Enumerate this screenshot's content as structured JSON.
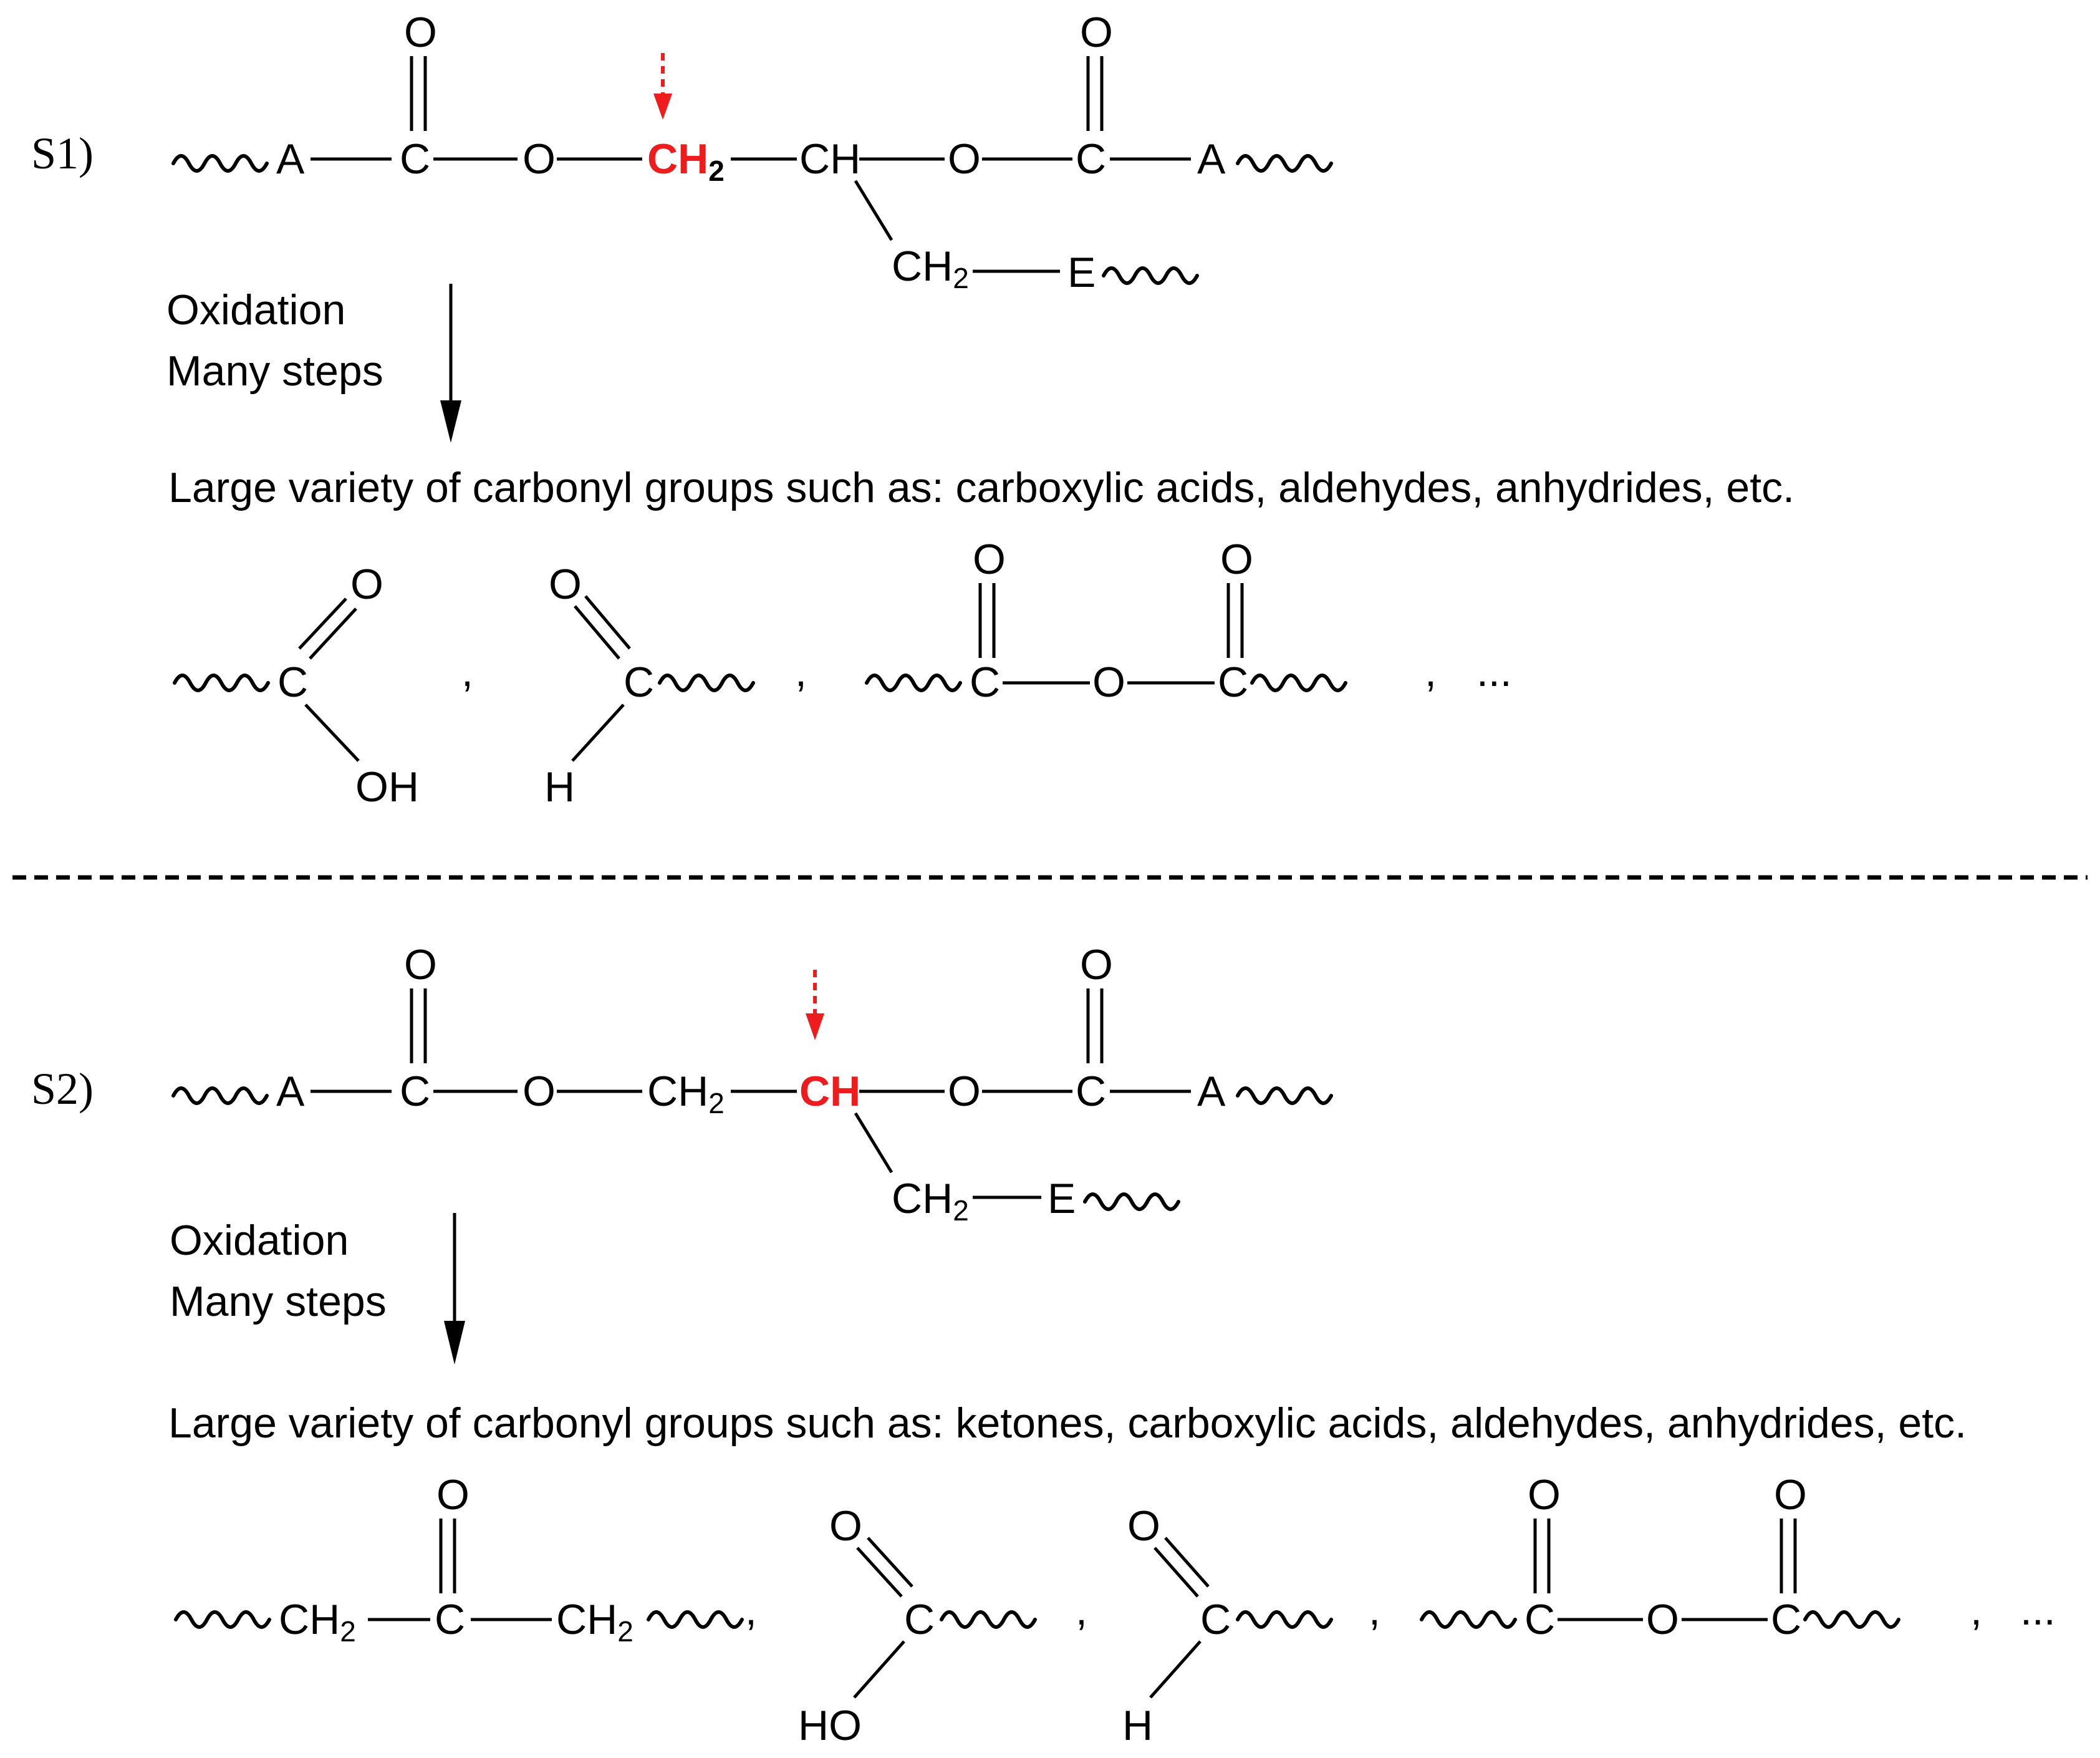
{
  "schemes": [
    {
      "label": "S1)",
      "highlight": "CH2",
      "arrow_line1": "Oxidation",
      "arrow_line2": "Many steps",
      "products_text": "Large variety of carbonyl groups such as: carboxylic acids, aldehydes, anhydrides, etc."
    },
    {
      "label": "S2)",
      "highlight": "CH",
      "arrow_line1": "Oxidation",
      "arrow_line2": "Many steps",
      "products_text": "Large variety of carbonyl groups such as: ketones, carboxylic acids, aldehydes, anhydrides, etc."
    }
  ],
  "atoms": {
    "A": "A",
    "C": "C",
    "O": "O",
    "CH": "CH",
    "CH2_base": "CH",
    "sub2": "2",
    "E": "E",
    "OH": "OH",
    "HO": "HO",
    "H": "H",
    "comma": ",",
    "ellipsis": "..."
  },
  "colors": {
    "highlight": "#ee1c1c",
    "ink": "#000000"
  }
}
